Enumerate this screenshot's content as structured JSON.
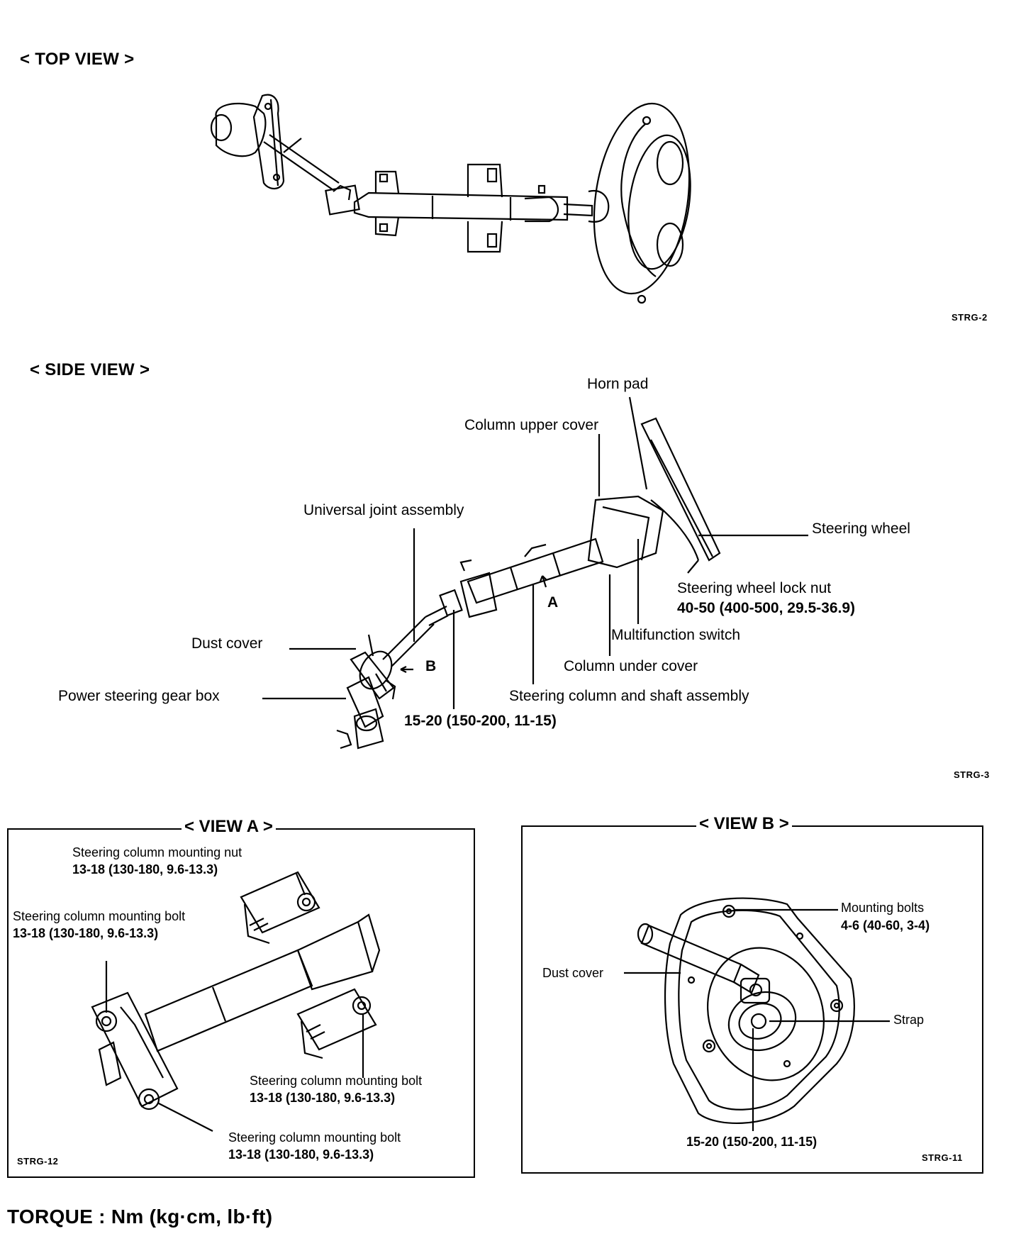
{
  "top_view": {
    "title": "< TOP VIEW >",
    "code": "STRG-2"
  },
  "side_view": {
    "title": "< SIDE VIEW >",
    "code": "STRG-3",
    "labels": {
      "horn_pad": "Horn pad",
      "column_upper_cover": "Column upper cover",
      "universal_joint": "Universal joint assembly",
      "steering_wheel": "Steering wheel",
      "lock_nut": "Steering wheel lock nut",
      "lock_nut_torque": "40-50 (400-500, 29.5-36.9)",
      "marker_a": "A",
      "multifunction_switch": "Multifunction switch",
      "dust_cover": "Dust cover",
      "marker_b": "B",
      "column_under_cover": "Column under cover",
      "gear_box": "Power steering gear box",
      "column_shaft": "Steering column and shaft assembly",
      "joint_torque": "15-20 (150-200, 11-15)"
    }
  },
  "view_a": {
    "title": "< VIEW A >",
    "code": "STRG-12",
    "labels": {
      "mount_nut": "Steering column mounting nut",
      "mount_nut_torque": "13-18 (130-180, 9.6-13.3)",
      "mount_bolt_left": "Steering column mounting bolt",
      "mount_bolt_left_torque": "13-18 (130-180, 9.6-13.3)",
      "mount_bolt_right": "Steering column mounting bolt",
      "mount_bolt_right_torque": "13-18 (130-180, 9.6-13.3)",
      "mount_bolt_bottom": "Steering column mounting bolt",
      "mount_bolt_bottom_torque": "13-18 (130-180, 9.6-13.3)"
    }
  },
  "view_b": {
    "title": "< VIEW B >",
    "code": "STRG-11",
    "labels": {
      "mounting_bolts": "Mounting bolts",
      "mounting_bolts_torque": "4-6 (40-60, 3-4)",
      "dust_cover": "Dust cover",
      "strap": "Strap",
      "torque": "15-20 (150-200, 11-15)"
    }
  },
  "footer": {
    "torque_units": "TORQUE : Nm (kg·cm, lb·ft)"
  }
}
